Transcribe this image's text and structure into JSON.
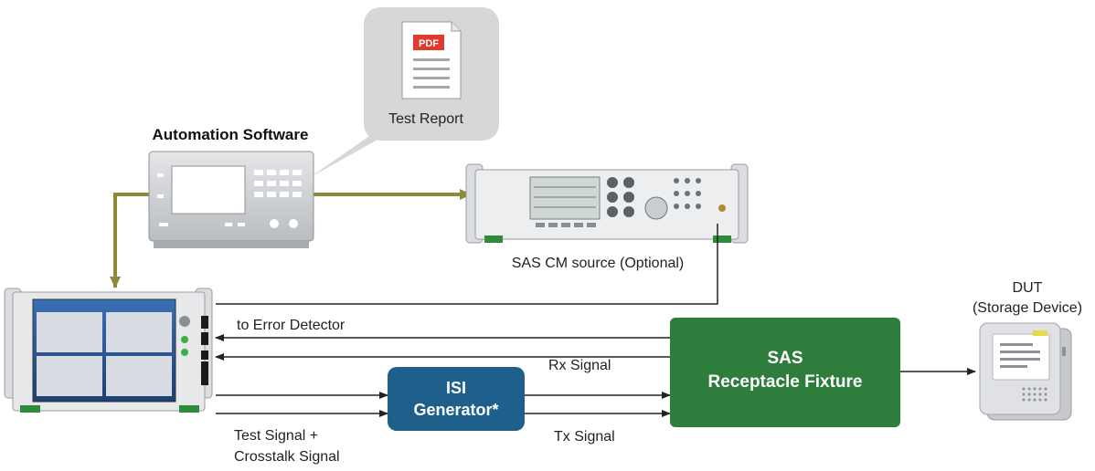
{
  "labels": {
    "automation_software": "Automation Software",
    "test_report": "Test Report",
    "pdf_badge": "PDF",
    "cm_source": "SAS CM source (Optional)",
    "dut_line1": "DUT",
    "dut_line2": "(Storage Device)",
    "to_error_detector": "to Error Detector",
    "rx_signal": "Rx Signal",
    "tx_signal": "Tx Signal",
    "test_signal_line1": "Test Signal +",
    "test_signal_line2": "Crosstalk Signal"
  },
  "blocks": {
    "isi_line1": "ISI",
    "isi_line2": "Generator*",
    "fixture_line1": "SAS",
    "fixture_line2": "Receptacle Fixture"
  },
  "colors": {
    "control_link": "#8e8a3a",
    "isi_block": "#1e5f8c",
    "fixture_block": "#2e7d3c",
    "signal_line": "#222222"
  },
  "icons": [
    "pdf-document-icon",
    "controller-instrument",
    "signal-generator-instrument",
    "bert-instrument",
    "storage-device-icon"
  ]
}
